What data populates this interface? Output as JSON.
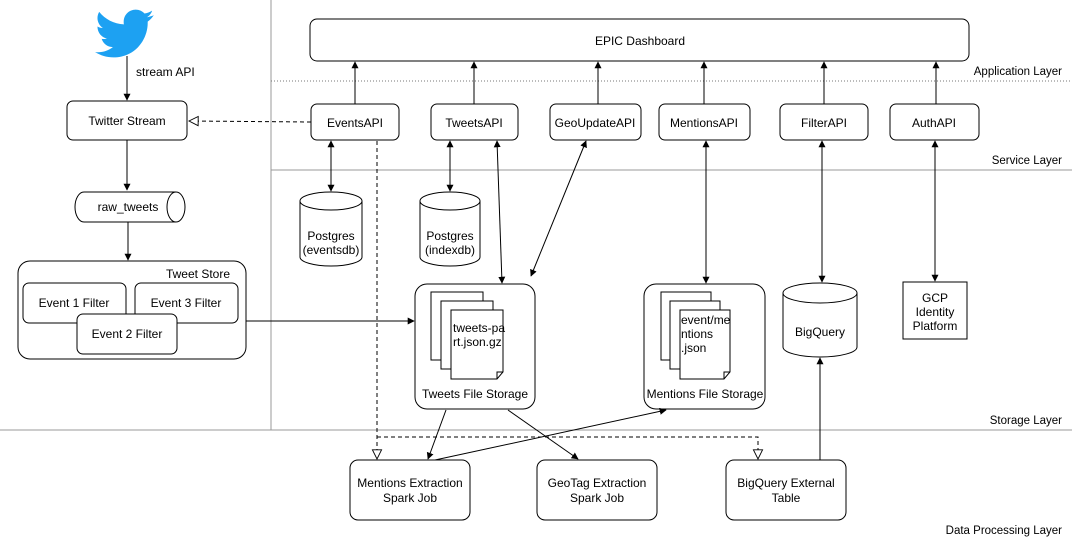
{
  "colors": {
    "twitter_blue": "#1da1f2",
    "line": "#000000",
    "separator": "#999999"
  },
  "icons": {
    "twitter": "twitter-bird-icon"
  },
  "layers": {
    "application": "Application Layer",
    "service": "Service Layer",
    "storage": "Storage Layer",
    "processing": "Data Processing Layer"
  },
  "dashboard": "EPIC Dashboard",
  "apis": {
    "events": "EventsAPI",
    "tweets": "TweetsAPI",
    "geoupdate": "GeoUpdateAPI",
    "mentions": "MentionsAPI",
    "filter": "FilterAPI",
    "auth": "AuthAPI"
  },
  "ingest": {
    "stream_api": "stream API",
    "twitter_stream": "Twitter Stream",
    "raw_tweets": "raw_tweets",
    "tweet_store": "Tweet Store",
    "event1": "Event 1 Filter",
    "event2": "Event 2 Filter",
    "event3": "Event 3 Filter"
  },
  "databases": {
    "events_line1": "Postgres",
    "events_line2": "(eventsdb)",
    "index_line1": "Postgres",
    "index_line2": "(indexdb)",
    "bigquery": "BigQuery"
  },
  "storage": {
    "tweets_file_line1": "tweets-pa",
    "tweets_file_line2": "rt.json.gz",
    "tweets_storage": "Tweets File Storage",
    "mentions_file_line1": "event/me",
    "mentions_file_line2": "ntions",
    "mentions_file_line3": ".json",
    "mentions_storage": "Mentions File Storage"
  },
  "gcp": {
    "line1": "GCP",
    "line2": "Identity",
    "line3": "Platform"
  },
  "jobs": {
    "mentions_line1": "Mentions Extraction",
    "mentions_line2": "Spark Job",
    "geotag_line1": "GeoTag Extraction",
    "geotag_line2": "Spark Job",
    "bq_line1": "BigQuery External",
    "bq_line2": "Table"
  }
}
